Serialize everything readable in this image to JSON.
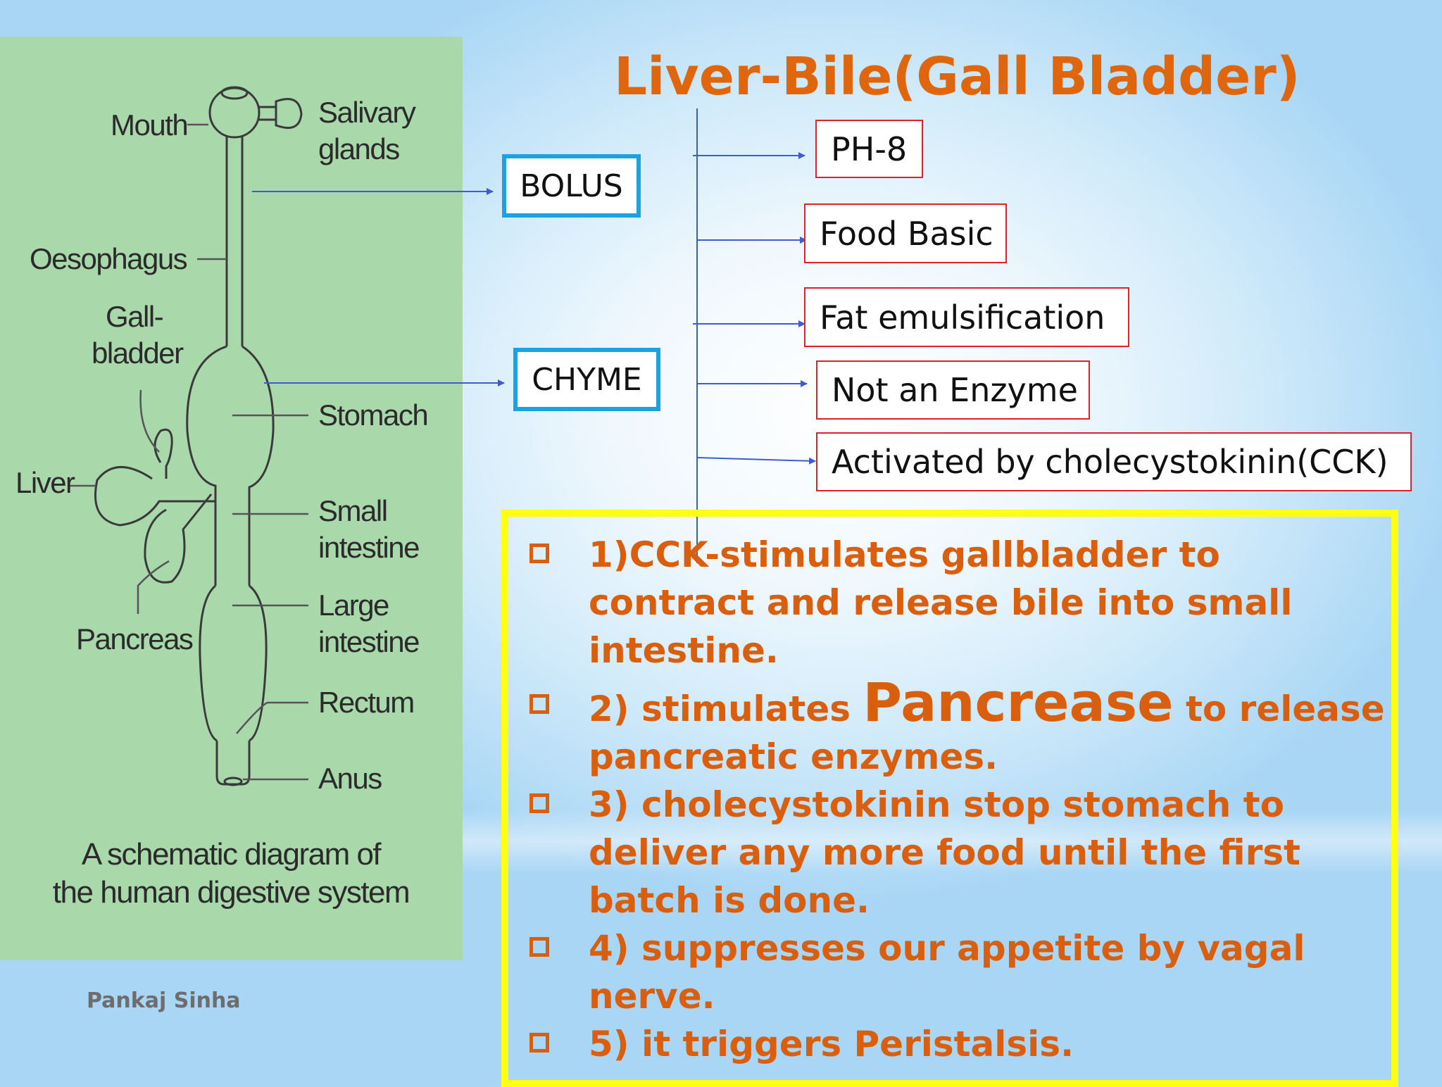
{
  "title": "Liver-Bile(Gall Bladder)",
  "diagram": {
    "labels": {
      "mouth": "Mouth",
      "salivary_1": "Salivary",
      "salivary_2": "glands",
      "oesophagus": "Oesophagus",
      "gall_1": "Gall-",
      "gall_2": "bladder",
      "stomach": "Stomach",
      "liver": "Liver",
      "small_1": "Small",
      "small_2": "intestine",
      "large_1": "Large",
      "large_2": "intestine",
      "pancreas": "Pancreas",
      "rectum": "Rectum",
      "anus": "Anus"
    },
    "caption_line1": "A schematic diagram of",
    "caption_line2": "the human digestive system"
  },
  "bolus": "BOLUS",
  "chyme": "CHYME",
  "properties": [
    "PH-8",
    "Food Basic",
    "Fat emulsification",
    "Not an Enzyme",
    "Activated by cholecystokinin(CCK)"
  ],
  "cck_points": {
    "p1": "1)CCK-stimulates gallbladder to contract and release bile into small intestine.",
    "p2_pre": "2) stimulates ",
    "p2_big": "Pancrease",
    "p2_post": " to release pancreatic enzymes.",
    "p3": "3) cholecystokinin stop stomach to deliver any more food until the first batch is done.",
    "p4": "4) suppresses our appetite by vagal nerve.",
    "p5": "5) it triggers Peristalsis."
  },
  "author": "Pankaj Sinha",
  "colors": {
    "title": "#e0660e",
    "text_orange": "#d95f0e",
    "blue_box": "#1aa3e0",
    "red_box": "#e0202a",
    "yellow_box": "#ffff14",
    "arrow": "#3f5bd1",
    "panel": "#a9d8ab"
  }
}
